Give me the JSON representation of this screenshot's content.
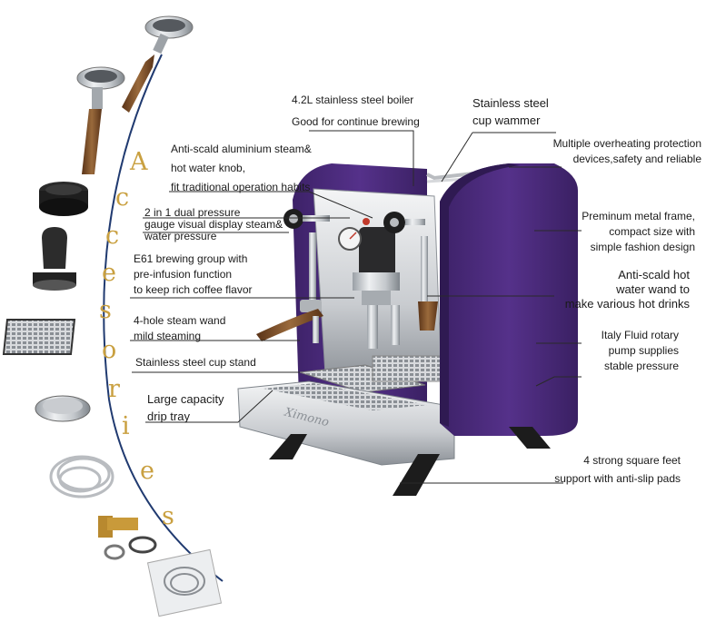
{
  "accessories_title": [
    "A",
    "c",
    "c",
    "e",
    "s",
    "o",
    "r",
    "i",
    "e",
    "s"
  ],
  "brand_mark": "Ximono",
  "callouts": {
    "boiler": [
      "4.2L stainless steel boiler",
      "Good for continue brewing"
    ],
    "cup_warmer": [
      "Stainless steel",
      "cup wammer"
    ],
    "overheat": [
      "Multiple overheating protection",
      "devices,safety and reliable"
    ],
    "knob": [
      "Anti-scald aluminium steam&",
      "hot water knob,",
      "fit traditional operation habits"
    ],
    "gauge": [
      "2 in 1 dual pressure",
      "gauge visual display steam&",
      "water pressure"
    ],
    "frame": [
      "Preminum metal frame,",
      "compact size with",
      "simple fashion design"
    ],
    "e61": [
      "E61 brewing group with",
      "pre-infusion function",
      "to keep rich coffee flavor"
    ],
    "hot_water": [
      "Anti-scald  hot",
      "water wand to",
      "make various hot drinks"
    ],
    "steam_wand": [
      "4-hole steam wand",
      "mild steaming"
    ],
    "pump": [
      "Italy Fluid rotary",
      "pump supplies",
      "stable pressure"
    ],
    "cup_stand": [
      "Stainless steel cup stand"
    ],
    "drip_tray": [
      "Large capacity",
      "drip tray"
    ],
    "feet": [
      "4 strong square feet",
      "support with anti-slip pads"
    ]
  },
  "colors": {
    "accent_gold": "#c9a040",
    "body_purple": "#4b2a7d",
    "leader_line": "#2a2a2a",
    "steel": "#cfd2d6"
  }
}
